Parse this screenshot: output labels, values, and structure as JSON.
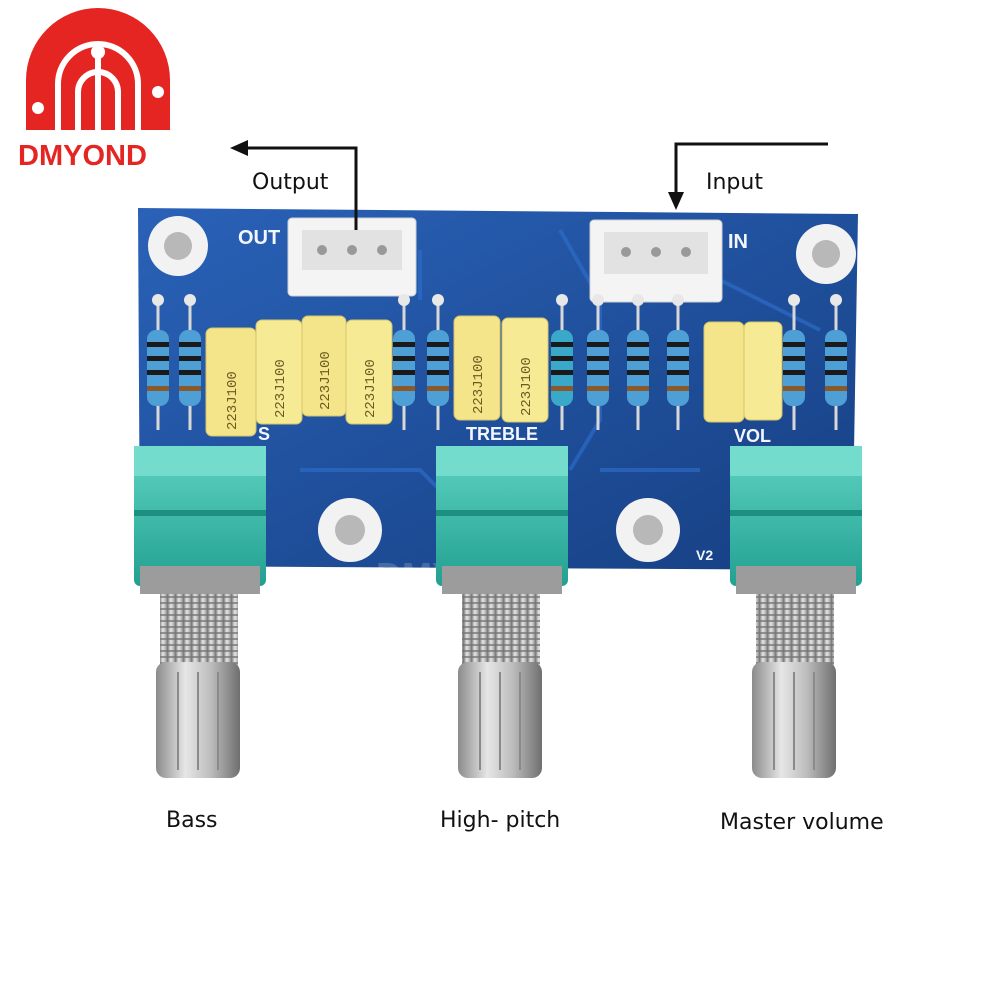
{
  "brand": {
    "name": "DMYOND",
    "color": "#e52521"
  },
  "signals": {
    "output": "Output",
    "input": "Input"
  },
  "board": {
    "silkscreen": {
      "out": "OUT",
      "in": "IN",
      "bass_fragment": "S",
      "treble": "TREBLE",
      "vol": "VOL",
      "version": "V2"
    },
    "capacitor_codes": [
      "223J100",
      "223J100",
      "223J100",
      "223J100",
      "223J100",
      "223J100"
    ],
    "watermark": "DMYOND"
  },
  "captions": {
    "bass": "Bass",
    "treble": "High- pitch",
    "volume": "Master volume"
  },
  "colors": {
    "pcb": "#1d4e9a",
    "pot_body": "#2fb9a7",
    "capacitor": "#f4e58a",
    "resistor": "#4d9fd6"
  }
}
